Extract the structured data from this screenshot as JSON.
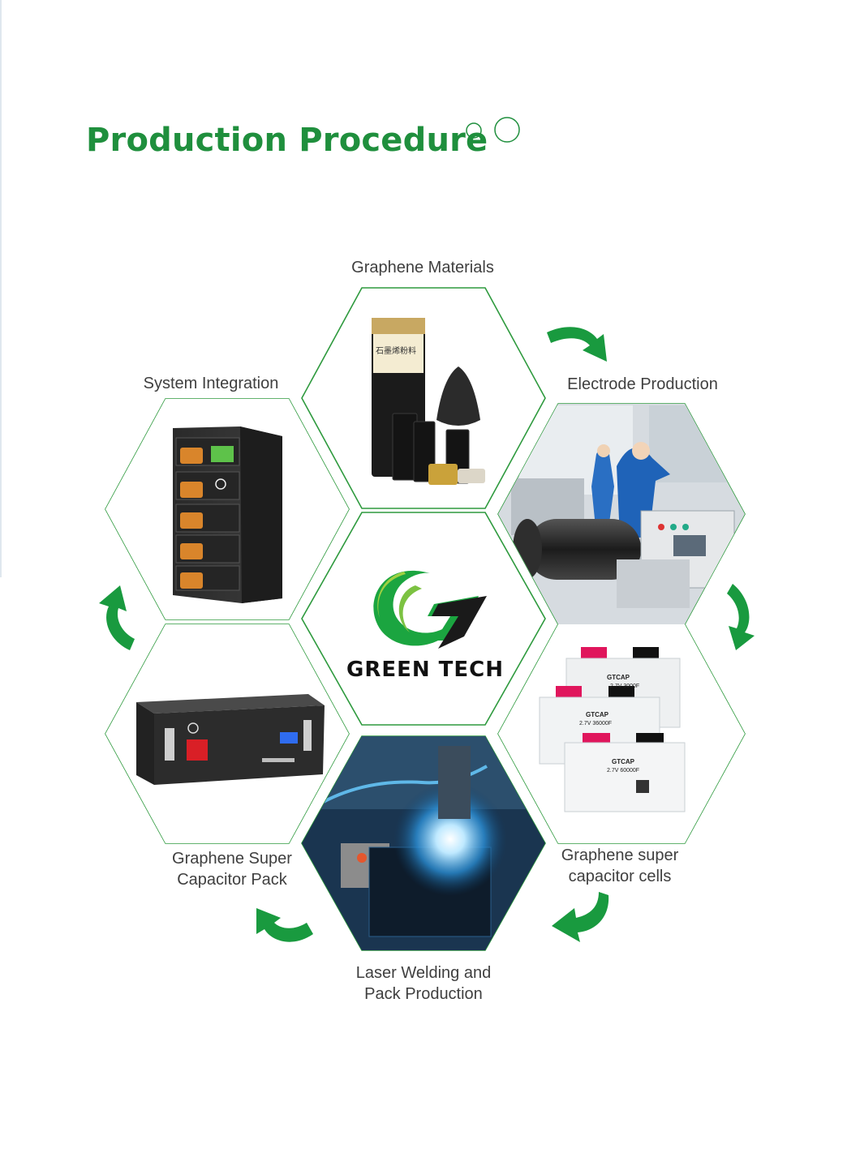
{
  "title": "Production Procedure",
  "colors": {
    "brand_green": "#1f8f3d",
    "hex_outline": "#2e9a3e",
    "arrow_green": "#199a3f",
    "label_text": "#3f3f3f"
  },
  "center": {
    "logo_icon": "green-tech-g-logo-icon",
    "logo_text": "GREEN TECH"
  },
  "steps": [
    {
      "label": "Graphene Materials",
      "image": "graphene-powder-jars-image"
    },
    {
      "label": "Electrode Production",
      "image": "electrode-production-workers-image"
    },
    {
      "label": "Graphene super\ncapacitor cells",
      "image": "supercapacitor-pouch-cells-image"
    },
    {
      "label": "Laser Welding and\nPack Production",
      "image": "laser-welding-image"
    },
    {
      "label": "Graphene Super\nCapacitor Pack",
      "image": "rack-capacitor-pack-image"
    },
    {
      "label": "System Integration",
      "image": "battery-cabinet-image"
    }
  ],
  "cell_labels": [
    "GTCAP",
    "2.7V 3000F",
    "GTCAP",
    "2.7V 36000F",
    "GTCAP",
    "2.7V 60000F"
  ],
  "arrows": [
    "arrow-icon",
    "arrow-icon",
    "arrow-icon",
    "arrow-icon",
    "arrow-icon"
  ]
}
